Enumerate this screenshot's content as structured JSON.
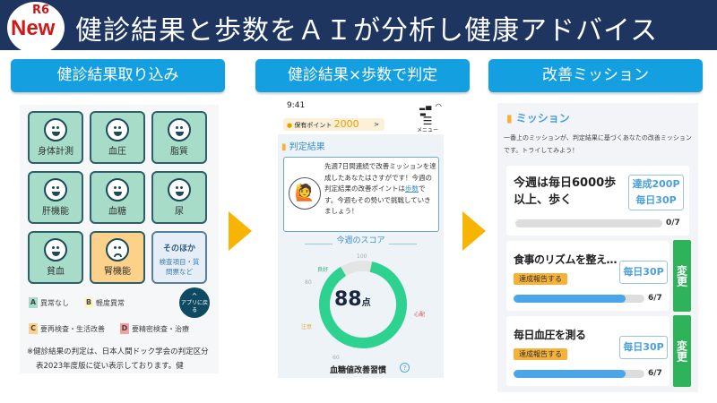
{
  "header": {
    "badge_top": "R6",
    "badge_main": "New",
    "title": "健診結果と歩数をＡＩが分析し健康アドバイス"
  },
  "steps": [
    "健診結果取り込み",
    "健診結果×歩数で判定",
    "改善ミッション"
  ],
  "results": {
    "tiles": [
      {
        "label": "身体計測",
        "status": "A"
      },
      {
        "label": "血圧",
        "status": "A"
      },
      {
        "label": "脂質",
        "status": "A"
      },
      {
        "label": "肝機能",
        "status": "A"
      },
      {
        "label": "血糖",
        "status": "A"
      },
      {
        "label": "尿",
        "status": "A"
      },
      {
        "label": "貧血",
        "status": "A"
      },
      {
        "label": "腎機能",
        "status": "C"
      }
    ],
    "other": {
      "title": "そのほか",
      "sub": "検査項目・質問票など"
    },
    "legend": [
      {
        "code": "A",
        "text": "異常なし",
        "color": "#a6dcc8"
      },
      {
        "code": "B",
        "text": "軽度異常",
        "color": "#fdf6c8"
      },
      {
        "code": "C",
        "text": "要再検査・生活改善",
        "color": "#fcd189"
      },
      {
        "code": "D",
        "text": "要精密検査・治療",
        "color": "#f4a0a0"
      }
    ],
    "back_button": "アプリに戻る",
    "note": "※健診結果の判定は、日本人間ドック学会の判定区分表2023年度版に従い表示しております。健"
  },
  "phone": {
    "time": "9:41",
    "points_label": "保有ポイント",
    "points": "2000",
    "menu": "メニュー",
    "section": "判定結果",
    "message": "先週7日間連続で改善ミッションを達成したあなたはさすがです！今週の判定結果の改善ポイントは",
    "message_link": "歩数",
    "message_end": "です。今週もその勢いで挑戦していきましょう！",
    "score_title": "今週のスコア",
    "score": "88",
    "score_unit": "点",
    "score_value": 88,
    "ticks": {
      "t100": "100",
      "t80": "80",
      "t60": "60",
      "good": "良好",
      "caution": "注意",
      "worry": "心配"
    },
    "habit": "血糖値改善習慣"
  },
  "missions": {
    "title": "ミッション",
    "desc": "一番上のミッションが、判定結果に基づくあなたの改善ミッションです。トライしてみよう！",
    "items": [
      {
        "title": "今週は毎日6000歩以上、歩く",
        "points1": "達成200P",
        "points2": "毎日30P",
        "progress": "0/7",
        "fraction": 0
      },
      {
        "title": "食事のリズムを整え…",
        "points2": "毎日30P",
        "report": "達成報告する",
        "change": "変更",
        "progress": "6/7",
        "fraction": 0.857
      },
      {
        "title": "毎日血圧を測る",
        "points2": "毎日30P",
        "report": "達成報告する",
        "change": "変更",
        "progress": "6/7",
        "fraction": 0.857
      }
    ]
  }
}
